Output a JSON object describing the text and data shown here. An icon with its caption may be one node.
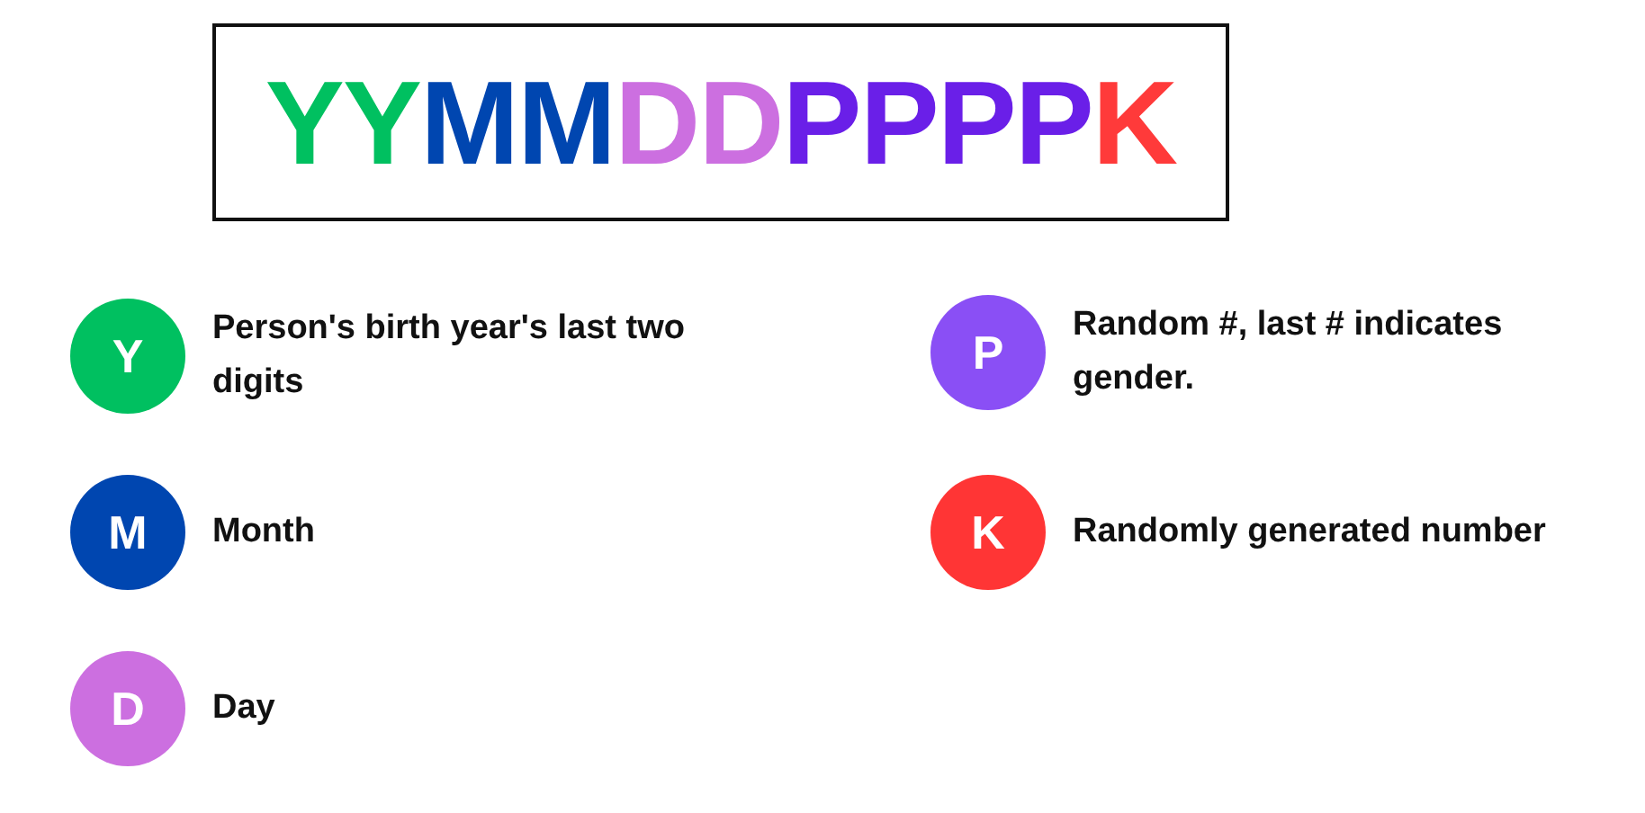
{
  "diagram": {
    "nodes": [
      {
        "text": [
          "YYMMDDPPPPK"
        ]
      },
      {
        "text": [
          "Y"
        ],
        "beside": [
          "Person's birth year's last two digits"
        ]
      },
      {
        "text": [
          "P"
        ],
        "beside": [
          "Random #, last # indicates gender."
        ]
      },
      {
        "text": [
          "M"
        ],
        "beside": [
          "Month"
        ]
      },
      {
        "text": [
          "K"
        ],
        "beside": [
          "Randomly generated number"
        ]
      },
      {
        "text": [
          "D"
        ],
        "beside": [
          "Day"
        ]
      }
    ]
  }
}
